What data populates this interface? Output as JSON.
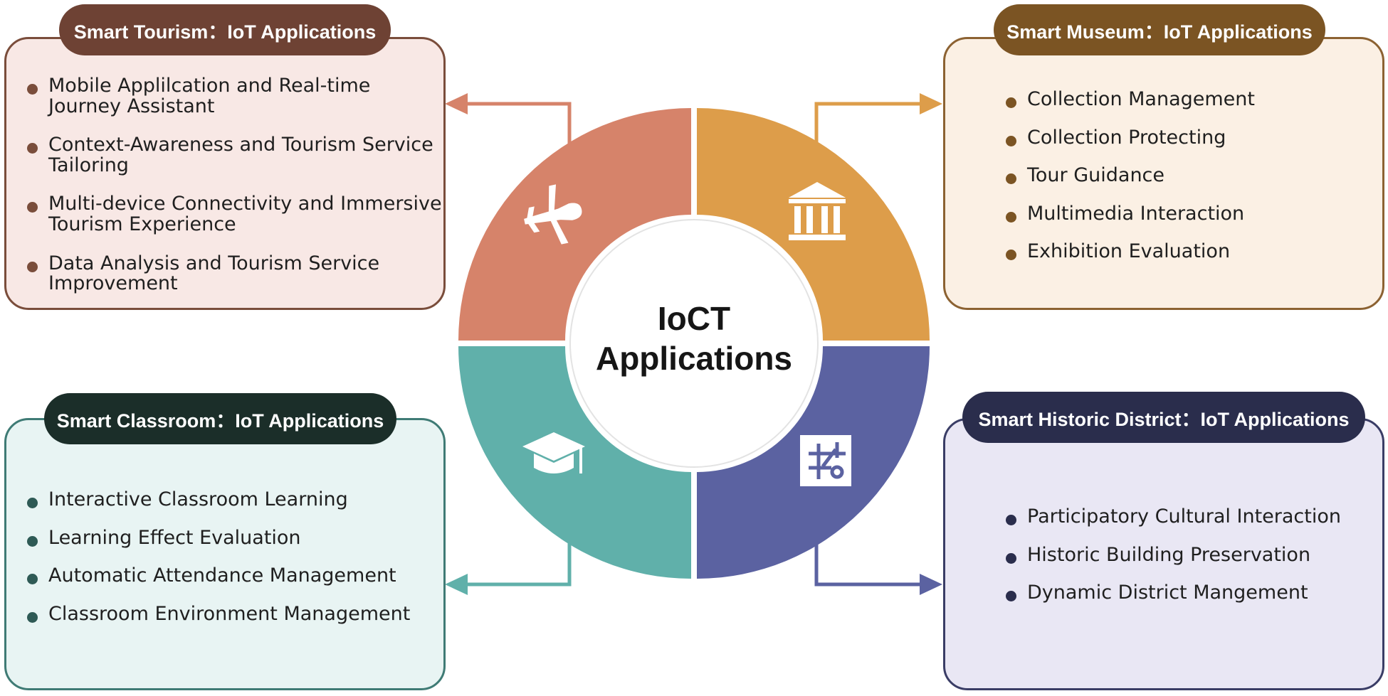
{
  "center": {
    "line1": "IoCT",
    "line2": "Applications"
  },
  "panels": {
    "tourism": {
      "title": "Smart Tourism：IoT Applications",
      "icon": "airplane-icon",
      "items": [
        "Mobile Applilcation and Real-time Journey Assistant",
        "Context-Awareness and Tourism Service Tailoring",
        "Multi-device Connectivity and Immersive Tourism Experience",
        "Data Analysis and Tourism Service Improvement"
      ]
    },
    "museum": {
      "title": "Smart Museum：IoT Applications",
      "icon": "museum-building-icon",
      "items": [
        "Collection Management",
        "Collection Protecting",
        "Tour Guidance",
        "Multimedia Interaction",
        "Exhibition Evaluation"
      ]
    },
    "classroom": {
      "title": "Smart Classroom：IoT Applications",
      "icon": "graduation-cap-icon",
      "items": [
        "Interactive Classroom Learning",
        "Learning Effect Evaluation",
        "Automatic Attendance Management",
        "Classroom Environment Management"
      ]
    },
    "district": {
      "title": "Smart Historic District：IoT Applications",
      "icon": "district-map-icon",
      "items": [
        "Participatory Cultural Interaction",
        "Historic Building Preservation",
        "Dynamic District Mangement"
      ]
    }
  },
  "colors": {
    "tourism_segment": "#d6836a",
    "tourism_panel_bg": "#f8e8e5",
    "tourism_border": "#7a4d3b",
    "tourism_title_bg": "#6e4234",
    "museum_segment": "#dd9d4a",
    "museum_panel_bg": "#fbf0e4",
    "museum_border": "#8c6232",
    "museum_title_bg": "#7b5423",
    "classroom_segment": "#60b0aa",
    "classroom_panel_bg": "#e8f4f3",
    "classroom_border": "#3f7b75",
    "classroom_title_bg": "#1b2e29",
    "district_segment": "#5b62a1",
    "district_panel_bg": "#e9e7f4",
    "district_border": "#3a3d66",
    "district_title_bg": "#2a2d4c"
  }
}
